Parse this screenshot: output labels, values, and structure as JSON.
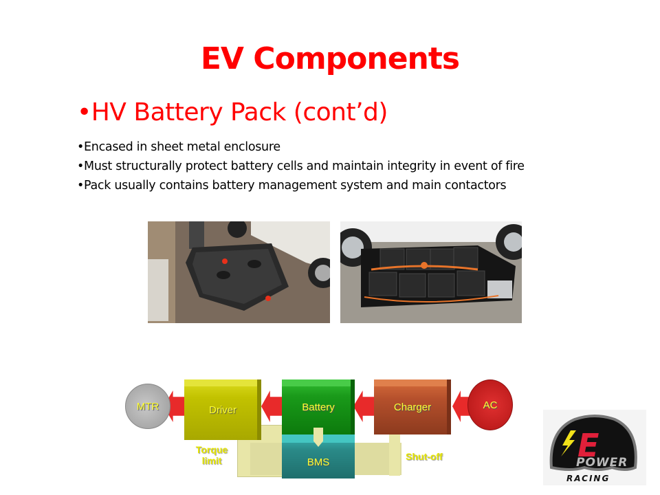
{
  "slide": {
    "title": "EV Components",
    "subheading": "•HV Battery Pack (cont’d)",
    "bullets": [
      "•Encased in sheet metal enclosure",
      "•Must structurally protect battery cells and maintain integrity in event of fire",
      "•Pack usually contains battery management system and main contactors"
    ],
    "colors": {
      "title": "#ff0000",
      "body": "#000000"
    }
  },
  "photos": [
    {
      "description": "sealed battery pack enclosure on garage floor"
    },
    {
      "description": "opened battery pack showing modules and wiring"
    }
  ],
  "diagram": {
    "blocks": {
      "mtr": "MTR",
      "driver": "Driver",
      "battery": "Battery",
      "charger": "Charger",
      "ac": "AC",
      "bms": "BMS"
    },
    "labels": {
      "torque_limit_line1": "Torque",
      "torque_limit_line2": "limit",
      "shut_off": "Shut-off"
    },
    "colors": {
      "driver": "#c8c800",
      "battery": "#1a9a1a",
      "charger": "#b5502c",
      "ac": "#d42020",
      "bms": "#2a8a88",
      "mtr": "#b8b8b8",
      "arrow": "#e82a2a",
      "feedback": "#e8e6a8"
    }
  },
  "logo": {
    "letter": "E",
    "word": "POWER",
    "sub": "RACING"
  }
}
